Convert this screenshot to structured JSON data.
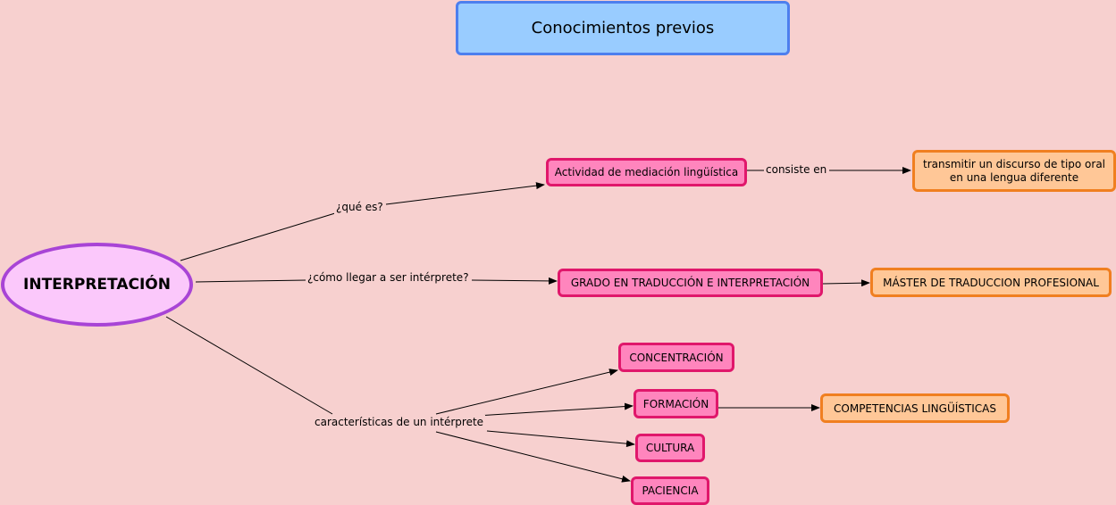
{
  "title": "Conocimientos previos",
  "root": "INTERPRETACIÓN",
  "links": {
    "que_es": "¿qué es?",
    "como_llegar": "¿cómo llegar a ser intérprete?",
    "caracteristicas": "características de un intérprete",
    "consiste_en": "consiste en"
  },
  "nodes": {
    "actividad": "Actividad de mediación lingüística",
    "transmitir": "transmitir un discurso de tipo oral en una lengua diferente",
    "grado": "GRADO EN TRADUCCIÓN E INTERPRETACIÓN",
    "master": "MÁSTER DE TRADUCCION PROFESIONAL",
    "concentracion": "CONCENTRACIÓN",
    "formacion": "FORMACIÓN",
    "competencias": "COMPETENCIAS LINGÜÍSTICAS",
    "cultura": "CULTURA",
    "paciencia": "PACIENCIA"
  },
  "colors": {
    "background": "#f7d0cf",
    "title_fill": "#99ccff",
    "title_border": "#4d7fee",
    "root_fill": "#fbc8fb",
    "root_border": "#a844d6",
    "concept_fill": "#ff85bd",
    "concept_border": "#e0176b",
    "leaf_fill": "#ffc797",
    "leaf_border": "#f07f20"
  }
}
